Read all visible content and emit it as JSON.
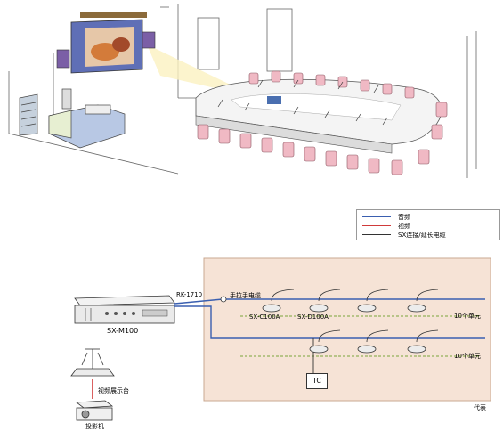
{
  "legend": {
    "items": [
      {
        "label": "音频",
        "color": "#3a5fb0"
      },
      {
        "label": "视频",
        "color": "#d03a3a"
      },
      {
        "label": "SX连接/延长电缆",
        "color": "#333333"
      }
    ]
  },
  "diagram": {
    "controller_label": "SX-M100",
    "cable_label": "RK-1710",
    "hand_cable_label": "手拉手电缆",
    "chairman_unit_label": "SX-C100A",
    "delegate_unit_label": "SX-D100A",
    "units_row1_label": "10个单元",
    "units_row2_label": "10个单元",
    "tc_label": "TC",
    "document_camera_label": "视频展示台",
    "projector_label": "投影机",
    "represents_label": "代表"
  },
  "colors": {
    "room_zone": "#f6e3d6",
    "audio_line": "#3a5fb0",
    "video_line": "#d03a3a",
    "green_dashed": "#7aa63a",
    "chair": "#f0b9c4",
    "table": "#f4f4f4"
  }
}
